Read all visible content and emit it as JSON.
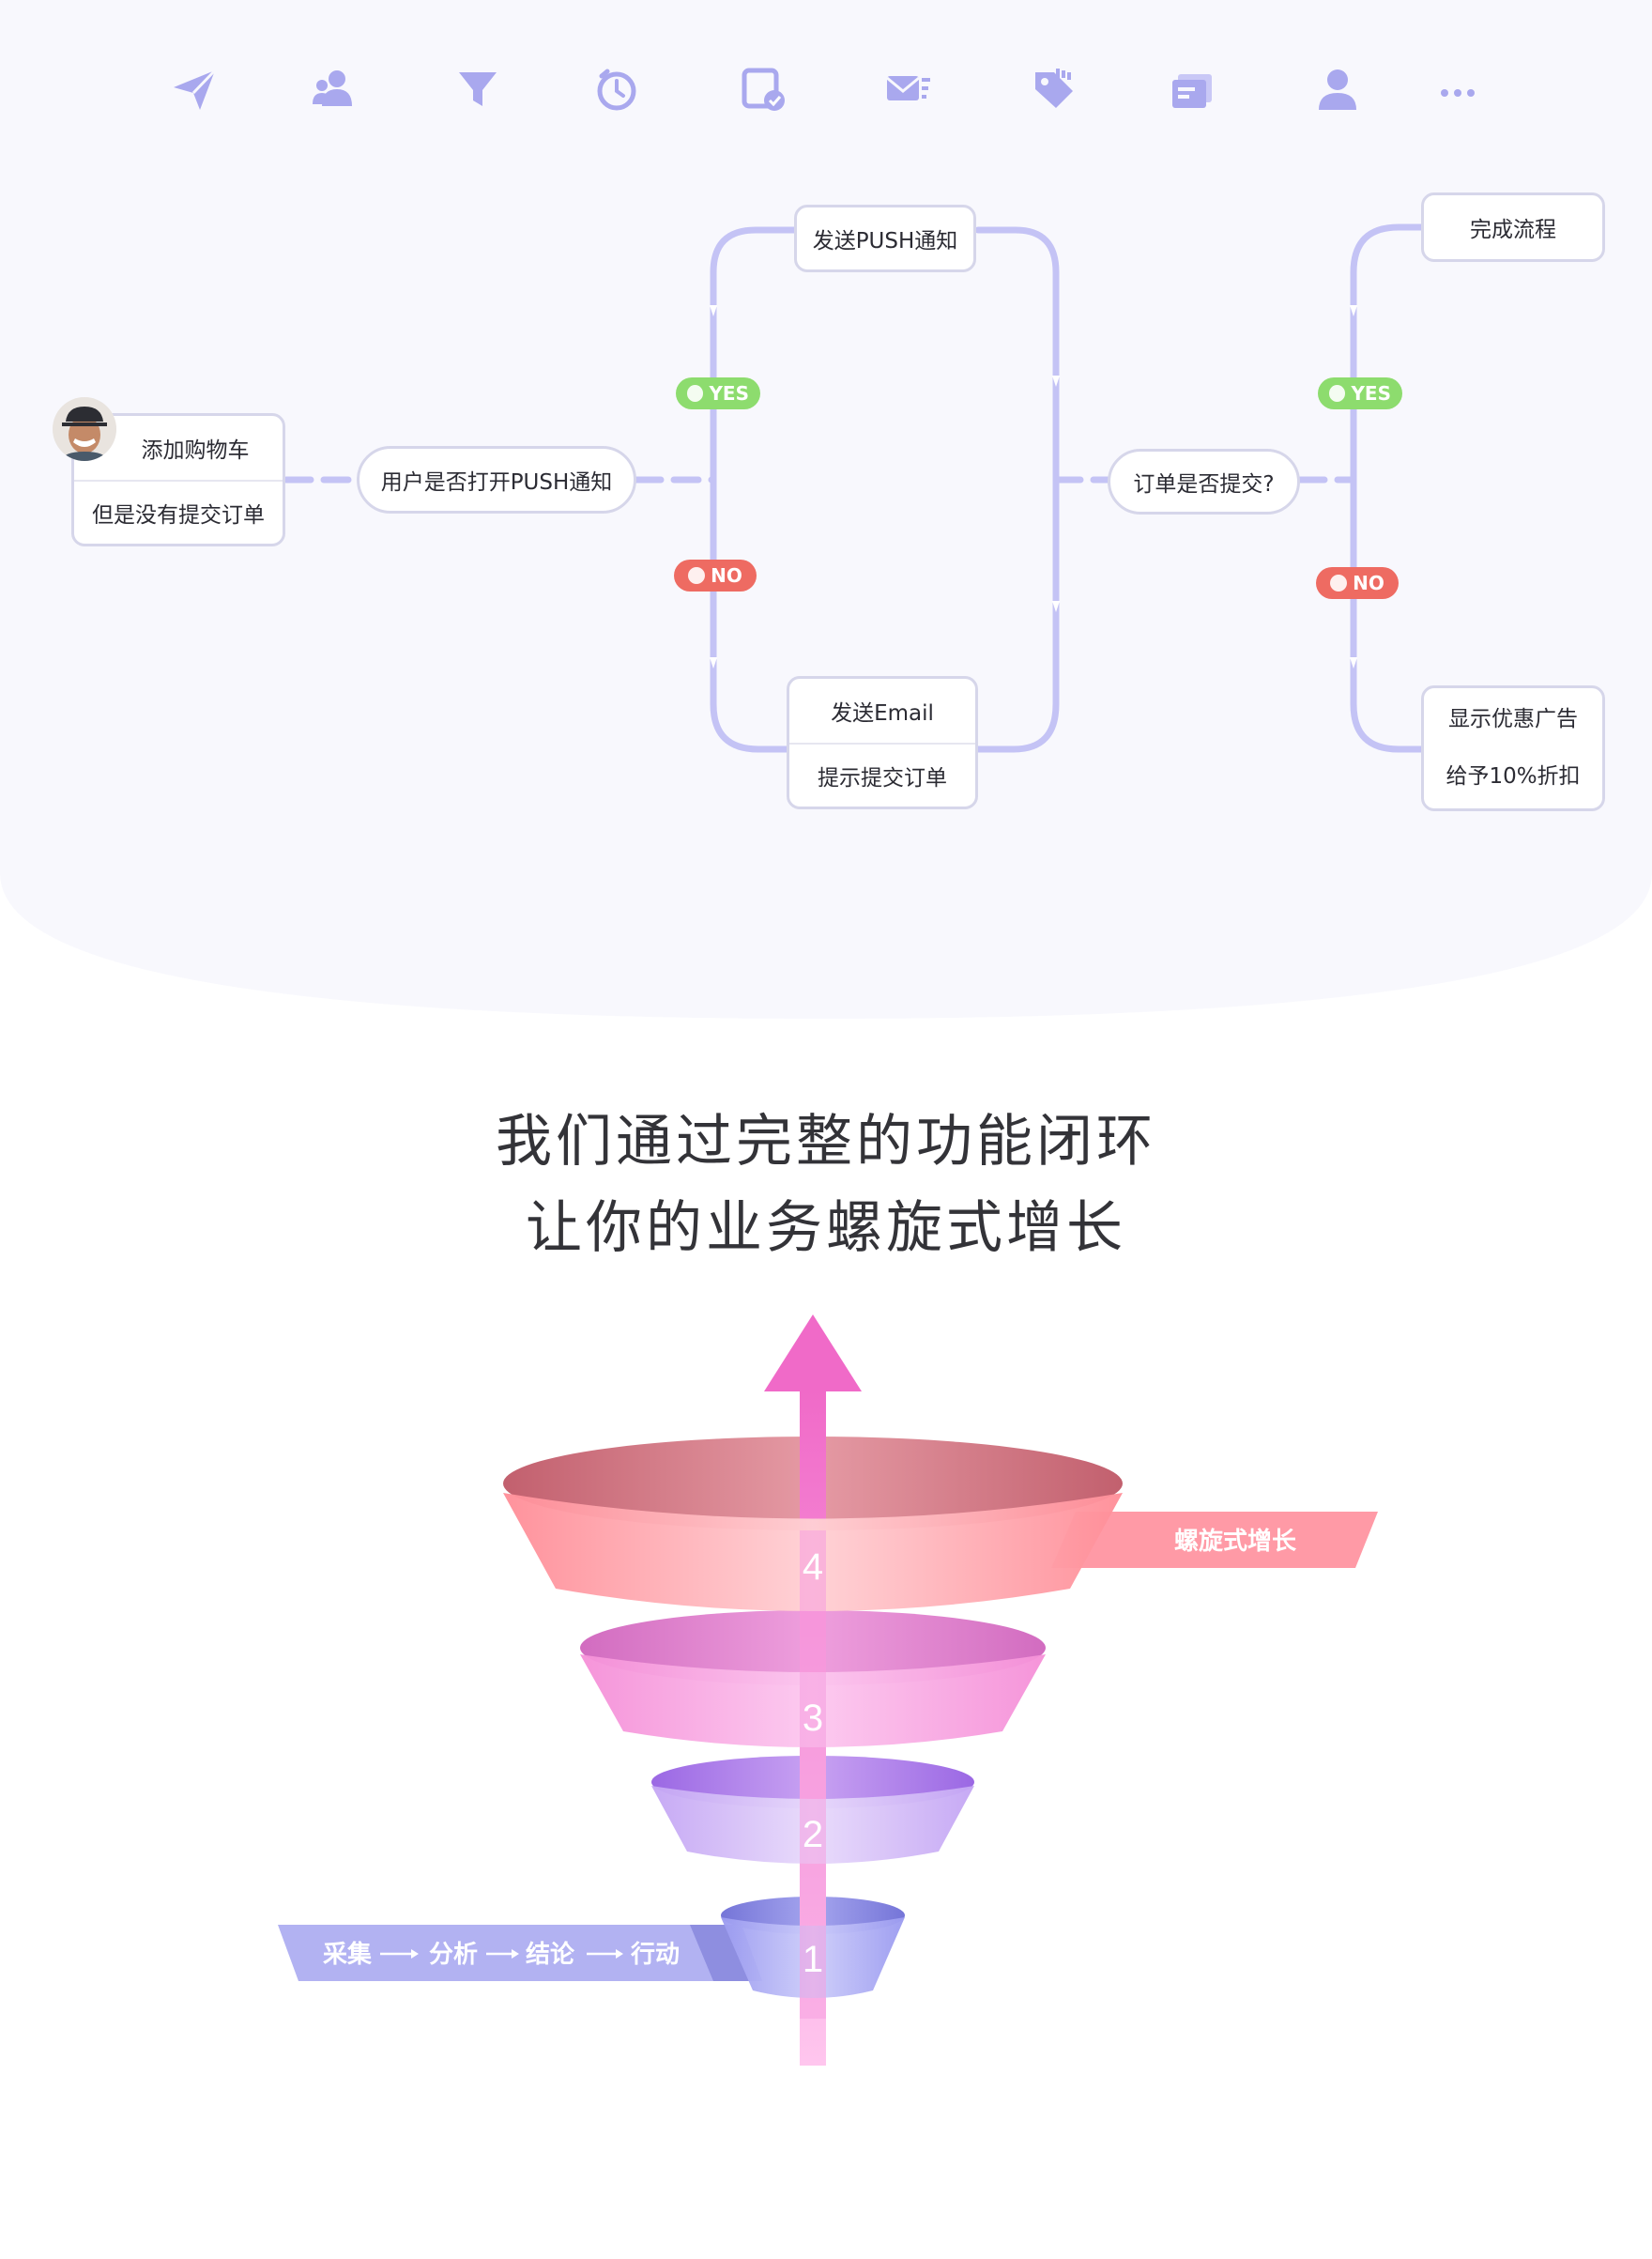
{
  "toolbar": {
    "icons": [
      {
        "name": "send-icon",
        "label": ""
      },
      {
        "name": "users-icon",
        "label": ""
      },
      {
        "name": "filter-icon",
        "label": ""
      },
      {
        "name": "timer-icon",
        "label": ""
      },
      {
        "name": "task-check-icon",
        "label": ""
      },
      {
        "name": "email-icon",
        "label": ""
      },
      {
        "name": "tag-icon",
        "label": ""
      },
      {
        "name": "ads-icon",
        "label": ""
      },
      {
        "name": "user-icon",
        "label": ""
      },
      {
        "name": "more-icon",
        "label": ""
      }
    ],
    "color": "#a9a8ee"
  },
  "flow": {
    "start": {
      "line1": "添加购物车",
      "line2": "但是没有提交订单"
    },
    "decision1": "用户是否打开PUSH通知",
    "push_node": "发送PUSH通知",
    "email_node": {
      "line1": "发送Email",
      "line2": "提示提交订单"
    },
    "decision2": "订单是否提交?",
    "complete_node": "完成流程",
    "offer_node": {
      "line1": "显示优惠广告",
      "line2": "给予10%折扣"
    },
    "yes_label": "YES",
    "no_label": "NO",
    "line_color": "#c4c3f5",
    "yes_color": "#8ddc6e",
    "no_color": "#ee6b62"
  },
  "heading": {
    "line1": "我们通过完整的功能闭环",
    "line2": "让你的业务螺旋式增长"
  },
  "spiral": {
    "levels": [
      "1",
      "2",
      "3",
      "4"
    ],
    "growth_label": "螺旋式增长",
    "steps": [
      "采集",
      "分析",
      "结论",
      "行动"
    ],
    "arrow_color": "#f07fd0"
  }
}
